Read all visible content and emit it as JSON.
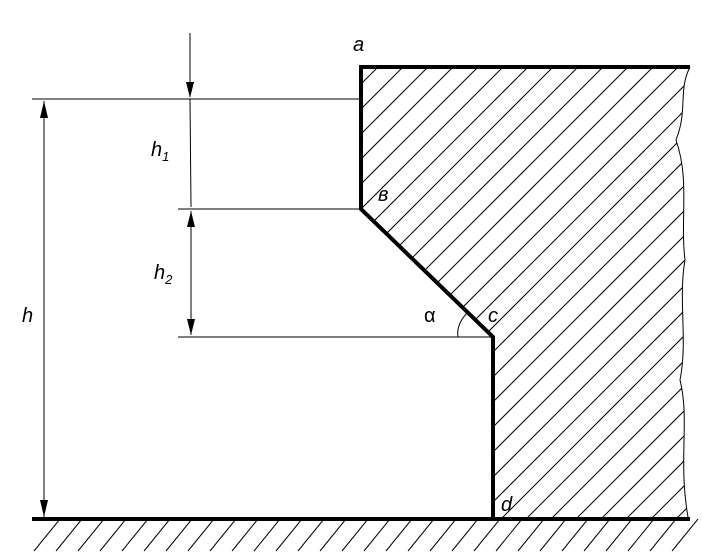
{
  "labels": {
    "a": "a",
    "b": "в",
    "c": "c",
    "d": "d",
    "alpha": "α",
    "h": "h",
    "h1_base": "h",
    "h1_sub": "1",
    "h2_base": "h",
    "h2_sub": "2"
  }
}
